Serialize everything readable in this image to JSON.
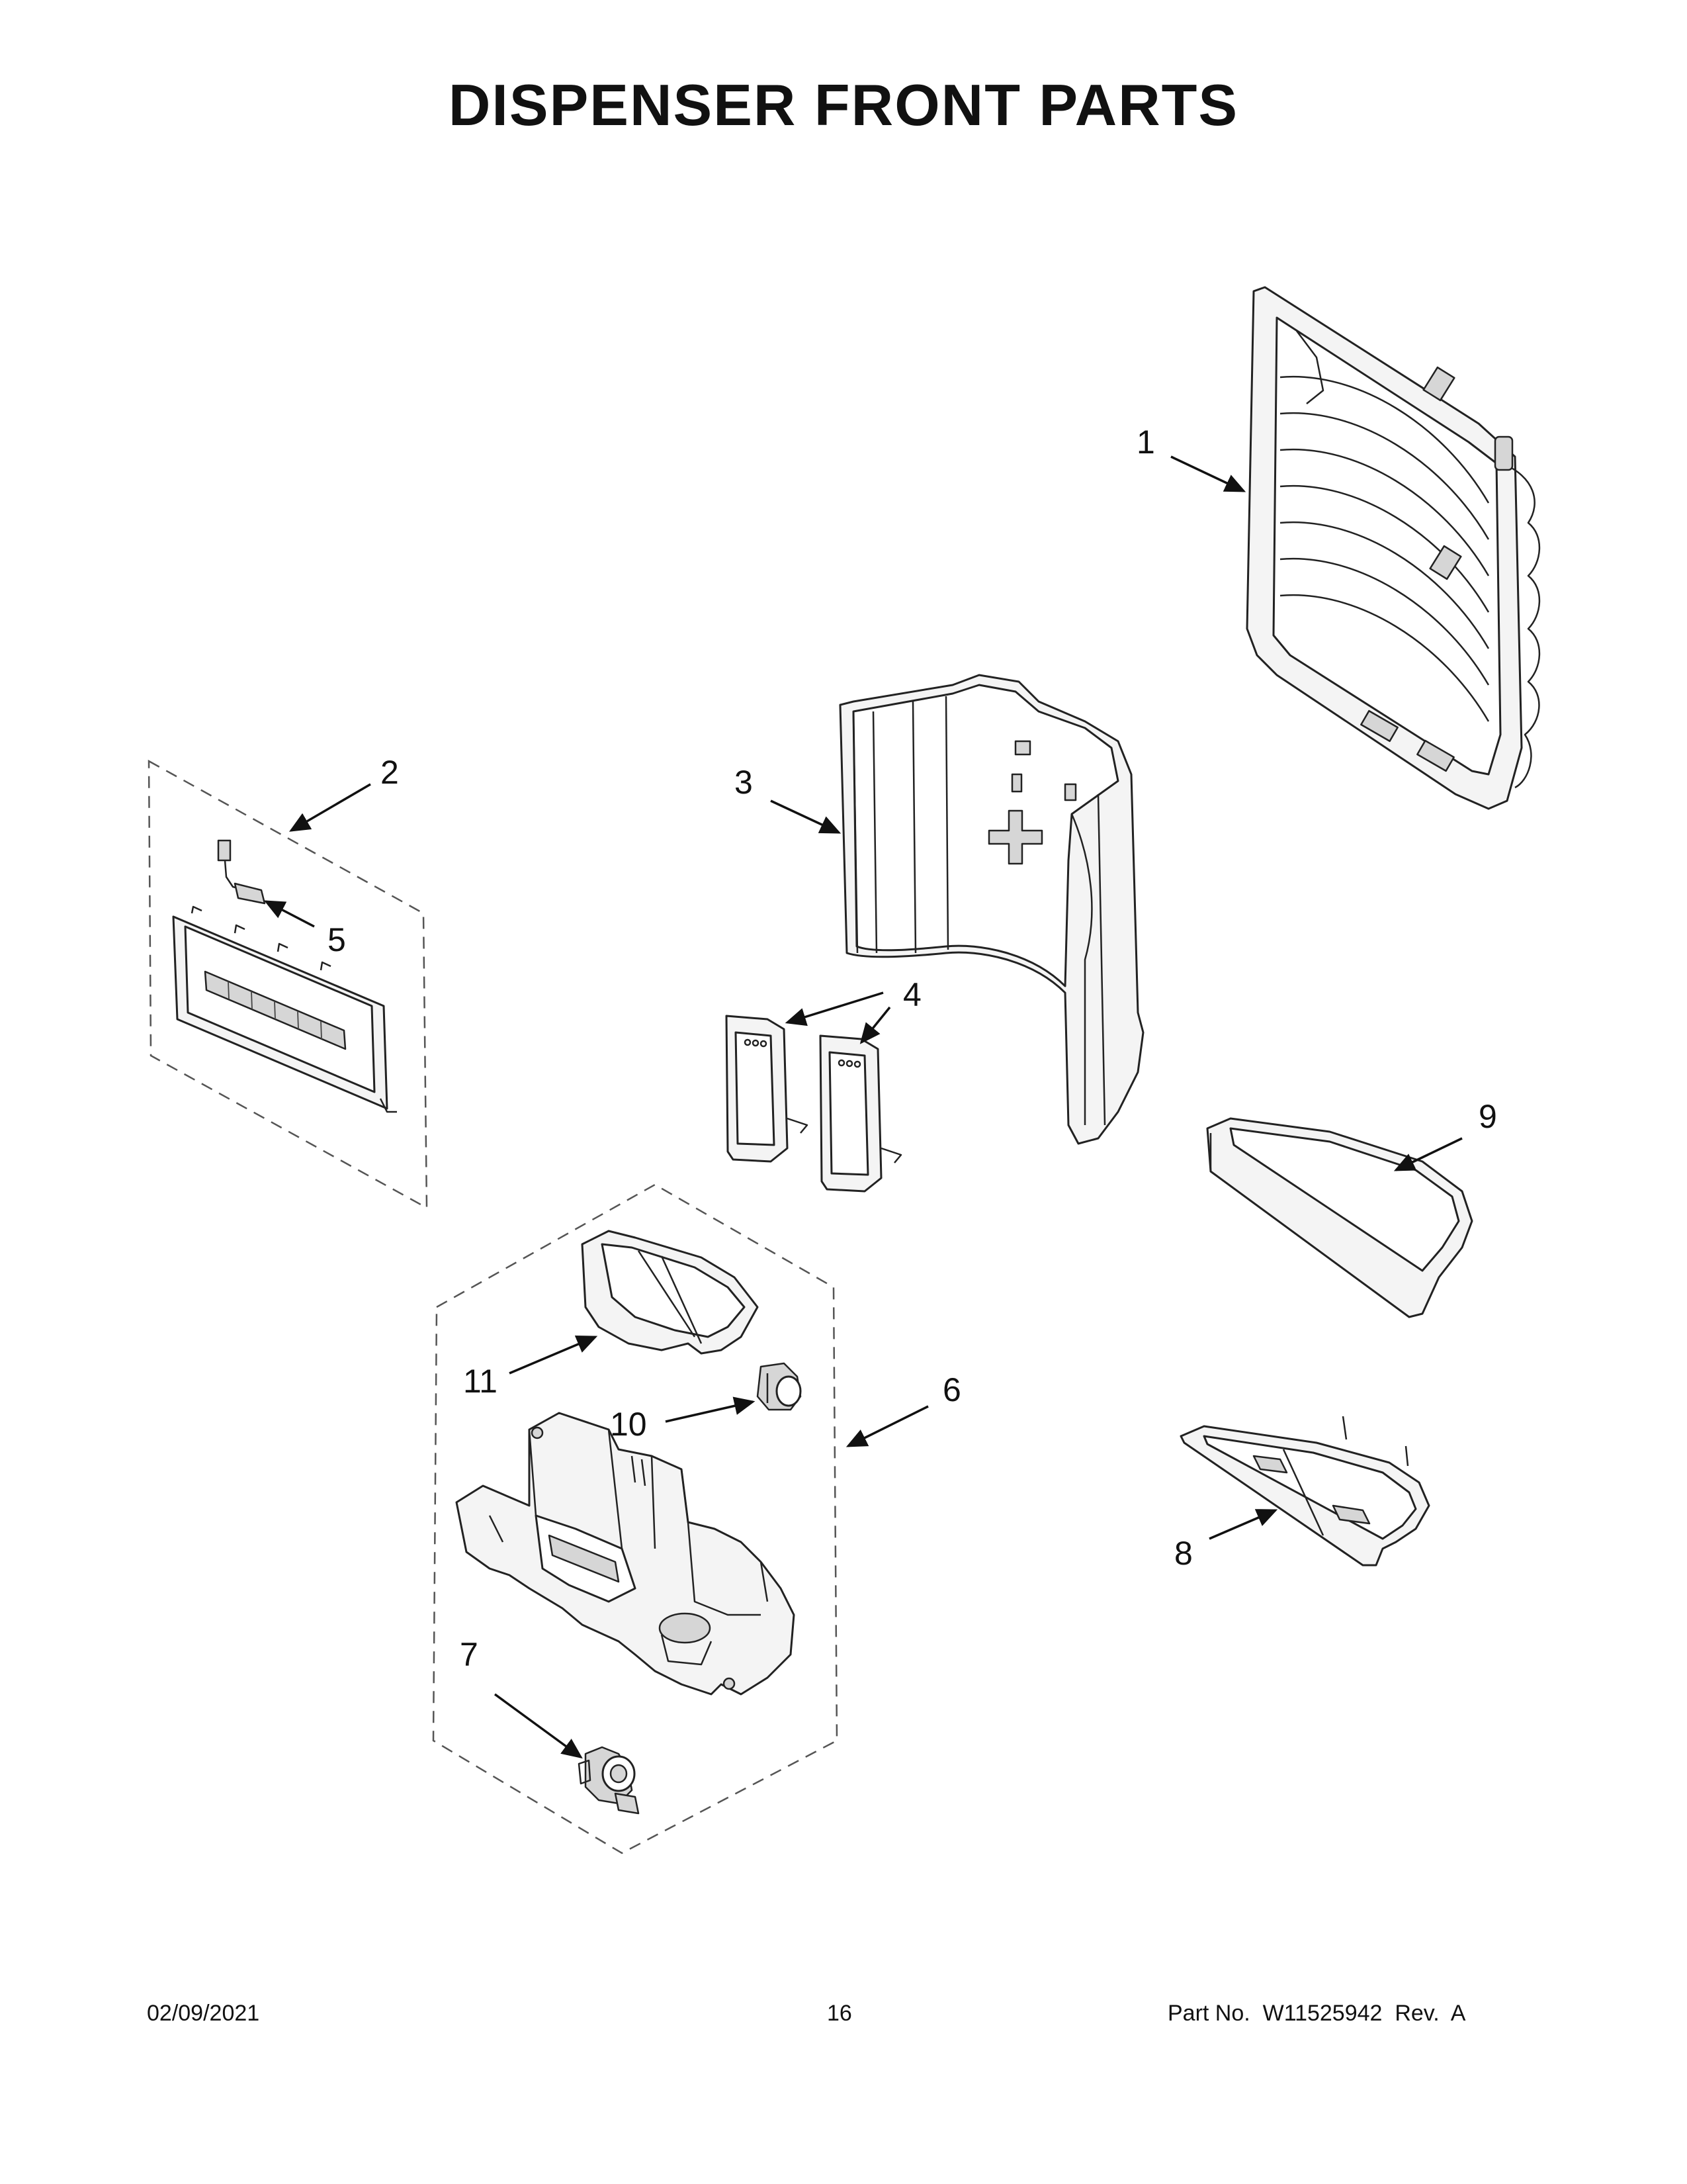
{
  "title": "DISPENSER FRONT PARTS",
  "callouts": {
    "c1": "1",
    "c2": "2",
    "c3": "3",
    "c4": "4",
    "c5": "5",
    "c6": "6",
    "c7": "7",
    "c8": "8",
    "c9": "9",
    "c10": "10",
    "c11": "11"
  },
  "footer": {
    "date": "02/09/2021",
    "page": "16",
    "part_no": "Part No.  W11525942  Rev.  A"
  }
}
